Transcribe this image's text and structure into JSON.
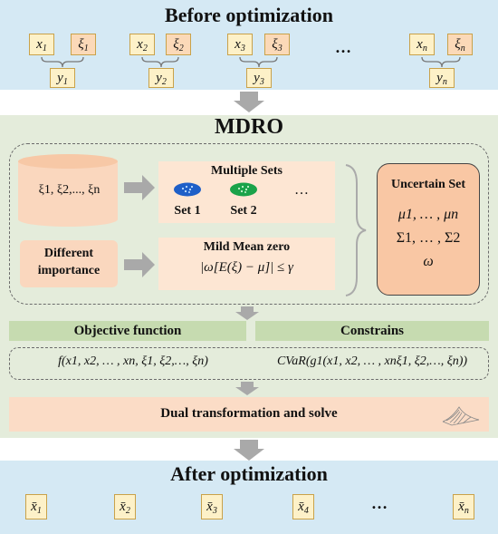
{
  "top": {
    "title": "Before optimization",
    "pairs": [
      {
        "x": "x",
        "x_sub": "1",
        "xi": "ξ",
        "xi_sub": "1",
        "y": "y",
        "y_sub": "1"
      },
      {
        "x": "x",
        "x_sub": "2",
        "xi": "ξ",
        "xi_sub": "2",
        "y": "y",
        "y_sub": "2"
      },
      {
        "x": "x",
        "x_sub": "3",
        "xi": "ξ",
        "xi_sub": "3",
        "y": "y",
        "y_sub": "3"
      },
      {
        "x": "x",
        "x_sub": "n",
        "xi": "ξ",
        "xi_sub": "n",
        "y": "y",
        "y_sub": "n"
      }
    ],
    "ellipsis": "…"
  },
  "middle": {
    "title": "MDRO",
    "xi_cylinder_text": "ξ1, ξ2,..., ξn",
    "multiple_sets": {
      "title": "Multiple Sets",
      "set1": "Set 1",
      "set2": "Set 2",
      "ellipsis": "…"
    },
    "importance_label_1": "Different",
    "importance_label_2": "importance",
    "mild_mean": {
      "title": "Mild Mean zero",
      "formula": "|ω[E(ξ) − μ]| ≤ γ"
    },
    "uncertain_set": {
      "title": "Uncertain Set",
      "line1": "μ1, … , μn",
      "line2": "Σ1, … , Σ2",
      "line3": "ω"
    },
    "objective_label": "Objective function",
    "constrains_label": "Constrains",
    "objective_formula": "f(x1, x2, … , xn, ξ1, ξ2,…, ξn)",
    "constraint_formula": "CVaR(g1(x1, x2, … , xnξ1, ξ2,…, ξn))",
    "dual_label": "Dual transformation and solve"
  },
  "bottom": {
    "title": "After optimization",
    "results": [
      {
        "sym": "x̄",
        "sub": "1"
      },
      {
        "sym": "x̄",
        "sub": "2"
      },
      {
        "sym": "x̄",
        "sub": "3"
      },
      {
        "sym": "x̄",
        "sub": "4"
      },
      {
        "sym": "x̄",
        "sub": "n"
      }
    ],
    "ellipsis": "…"
  },
  "colors": {
    "blue_band": "#d5e9f4",
    "green_panel": "#e4ecdb",
    "peach": "#fad7be",
    "bar_green": "#c6dbb0",
    "arrow_gray": "#a9a9a9"
  }
}
